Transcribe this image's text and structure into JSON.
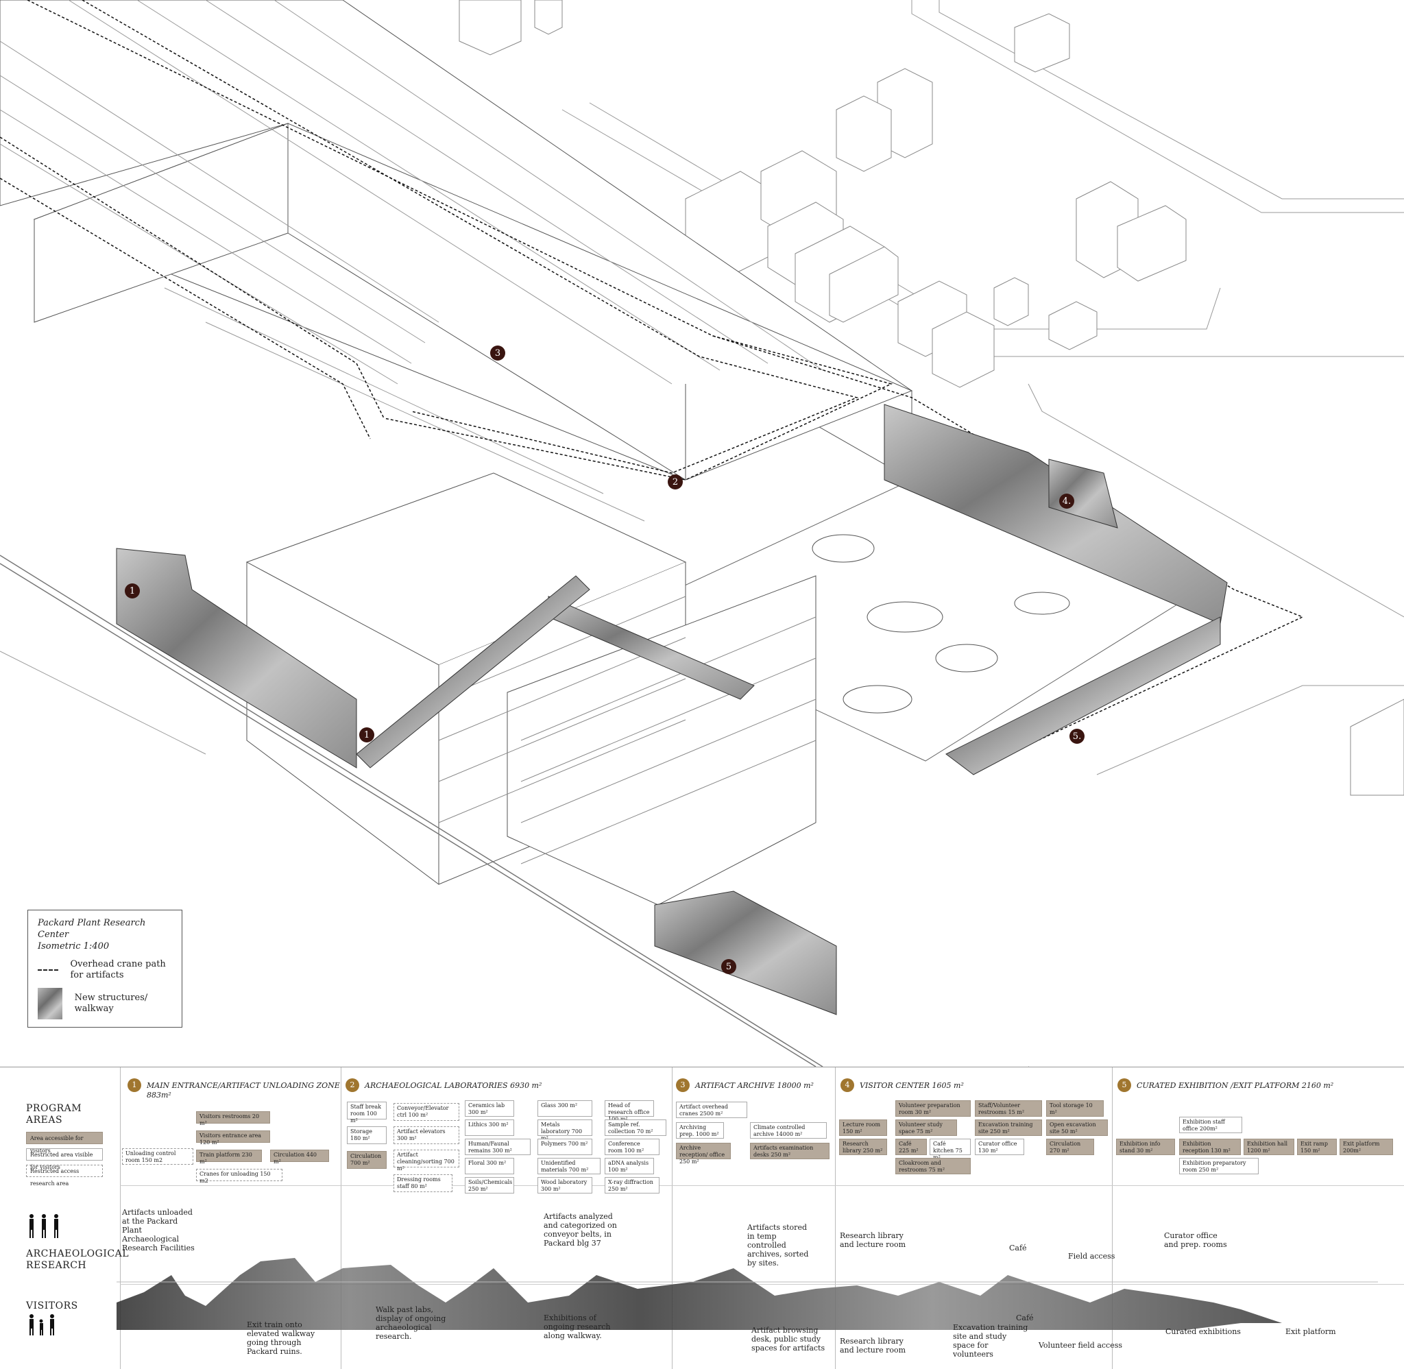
{
  "legend": {
    "title_line1": "Packard Plant Research Center",
    "title_line2": "Isometric 1:400",
    "crane_path_label": "Overhead crane path for artifacts",
    "new_structures_label": "New structures/ walkway"
  },
  "markers": {
    "m1a": "1",
    "m1b": "1",
    "m2": "2",
    "m3": "3",
    "m4": "4.",
    "m5a": "5.",
    "m5b": "5"
  },
  "program": {
    "title": "PROGRAM AREAS",
    "key_accessible": "Area accessible for visitors",
    "key_visible": "Restricted area visible for visitors",
    "key_restricted": "Restricted access research area",
    "research_label": "ARCHAEOLOGICAL RESEARCH",
    "visitors_label": "VISITORS",
    "s1": {
      "num": "1",
      "title": "MAIN ENTRANCE/ARTIFACT UNLOADING ZONE",
      "area": "883m²",
      "b1": "Visitors restrooms 20 m²",
      "b2": "Visitors entrance area 120 m²",
      "b3": "Unloading control room 150 m2",
      "b4": "Train platform 230 m²",
      "b5": "Circulation 440 m²",
      "b6": "Cranes for unloading 150 m2"
    },
    "s2": {
      "num": "2",
      "title": "ARCHAEOLOGICAL LABORATORIES 6930 m²",
      "b1": "Staff break room 100 m²",
      "b2": "Storage 180 m²",
      "b3": "Circulation 700 m²",
      "b4": "Conveyor/Elevator ctrl 100 m²",
      "b5": "Artifact elevators 300 m²",
      "b6": "Artifact cleaning/sorting 700 m²",
      "b7": "Dressing rooms staff 80 m²",
      "b8": "Ceramics lab 300 m²",
      "b9": "Lithics 300 m²",
      "b10": "Human/Faunal remains 300 m²",
      "b11": "Floral 300 m²",
      "b12": "Soils/Chemicals 250 m²",
      "b13": "Glass 300 m²",
      "b14": "Metals laboratory 700 m²",
      "b15": "Polymers 700 m²",
      "b16": "Unidentified materials 700 m²",
      "b17": "Wood laboratory 300 m²",
      "b18": "Head of research office 100 m²",
      "b19": "Sample ref. collection 70 m²",
      "b20": "Conference room 100 m²",
      "b21": "aDNA analysis 100 m²",
      "b22": "X-ray diffraction 250 m²"
    },
    "s3": {
      "num": "3",
      "title": "ARTIFACT ARCHIVE 18000 m²",
      "b1": "Artifact overhead cranes 2500 m²",
      "b2": "Archiving prep. 1000 m²",
      "b3": "Climate controlled archive 14000 m²",
      "b4": "Archive reception/ office 250 m²",
      "b5": "Artifacts examination desks 250 m²"
    },
    "s4": {
      "num": "4",
      "title": "VISITOR CENTER 1605 m²",
      "b1": "Lecture room 150 m²",
      "b2": "Research library 250 m²",
      "b3": "Volunteer preparation room 30 m²",
      "b4": "Volunteer study space 75 m²",
      "b5": "Café 225 m²",
      "b6": "Café kitchen 75 m²",
      "b7": "Cloakroom and restrooms 75 m²",
      "b8": "Staff/Volunteer restrooms 15 m²",
      "b9": "Excavation training site 250 m²",
      "b10": "Curator office 130 m²",
      "b11": "Tool storage 10 m²",
      "b12": "Open excavation site 50 m²",
      "b13": "Circulation 270 m²"
    },
    "s5": {
      "num": "5",
      "title": "CURATED EXHIBITION /EXIT PLATFORM 2160 m²",
      "b1": "Exhibition info stand 30 m²",
      "b2": "Exhibition staff office 200m²",
      "b3": "Exhibition reception 130 m²",
      "b4": "Exhibition preparatory room 250 m²",
      "b5": "Exhibition hall 1200 m²",
      "b6": "Exit ramp 150 m²",
      "b7": "Exit platform 200m²"
    }
  },
  "captions": {
    "c1": "Artifacts unloaded at the Packard Plant Archaeological Research Facilities",
    "c2": "Exit train onto elevated walkway going through Packard ruins.",
    "c3": "Walk past labs, display of ongoing archaeological research.",
    "c4": "Artifacts analyzed and categorized on conveyor belts, in Packard blg 37",
    "c5": "Exhibitions of ongoing research along walkway.",
    "c6": "Artifacts stored in temp controlled archives, sorted by sites.",
    "c7": "Artifact browsing desk, public study spaces for artifacts",
    "c8": "Research library and lecture room",
    "c9": "Research library and lecture room",
    "c10": "Café",
    "c11": "Field access",
    "c12": "Excavation training site and study space for volunteers",
    "c13": "Café",
    "c14": "Volunteer field access",
    "c15": "Curator office and prep. rooms",
    "c16": "Curated exhibitions",
    "c17": "Exit platform"
  }
}
